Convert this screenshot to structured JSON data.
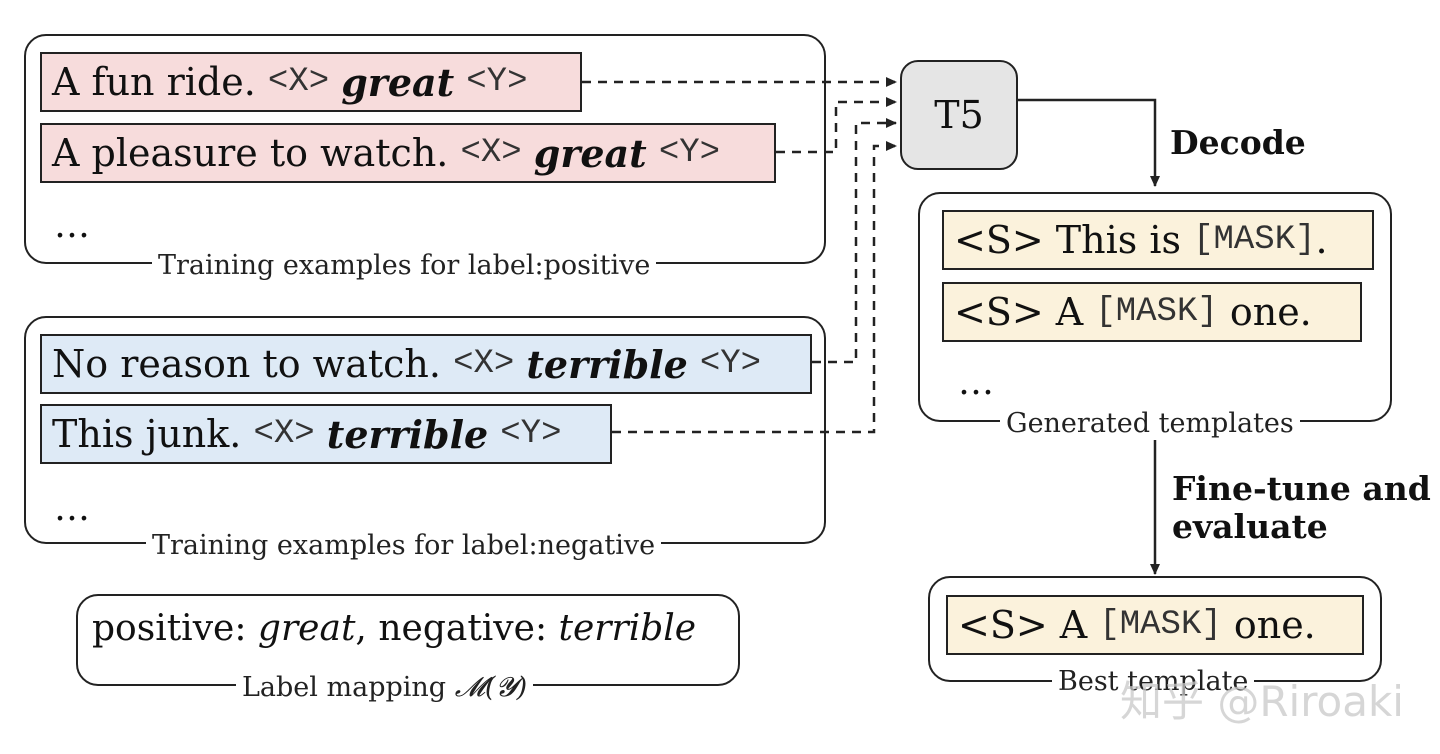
{
  "positive_group": {
    "caption": "Training examples for label:positive",
    "examples": [
      {
        "text": "A fun ride.",
        "x_token": "<X>",
        "label": "great",
        "y_token": "<Y>"
      },
      {
        "text": "A pleasure to watch.",
        "x_token": "<X>",
        "label": "great",
        "y_token": "<Y>"
      }
    ],
    "ellipsis": "…"
  },
  "negative_group": {
    "caption": "Training examples for label:negative",
    "examples": [
      {
        "text": "No reason to watch.",
        "x_token": "<X>",
        "label": "terrible",
        "y_token": "<Y>"
      },
      {
        "text": "This junk.",
        "x_token": "<X>",
        "label": "terrible",
        "y_token": "<Y>"
      }
    ],
    "ellipsis": "…"
  },
  "label_mapping": {
    "caption": "Label mapping",
    "caption_math": "𝓜(𝓨)",
    "pos_key": "positive:",
    "pos_word": "great",
    "sep": ",",
    "neg_key": "negative:",
    "neg_word": "terrible"
  },
  "model": {
    "name": "T5"
  },
  "steps": {
    "decode": "Decode",
    "finetune_line1": "Fine-tune and",
    "finetune_line2": "evaluate"
  },
  "generated": {
    "caption": "Generated templates",
    "templates": [
      {
        "prefix": "<S> This is",
        "mask": "[MASK]",
        "suffix": "."
      },
      {
        "prefix": "<S> A",
        "mask": "[MASK]",
        "suffix": "one."
      }
    ],
    "ellipsis": "…"
  },
  "best": {
    "caption": "Best template",
    "template": {
      "prefix": "<S> A",
      "mask": "[MASK]",
      "suffix": "one."
    }
  },
  "watermark": "知乎 @Riroaki",
  "colors": {
    "positive_fill": "#f7dcdc",
    "negative_fill": "#deeaf6",
    "template_fill": "#fbf2dc",
    "model_fill": "#e5e5e5"
  }
}
